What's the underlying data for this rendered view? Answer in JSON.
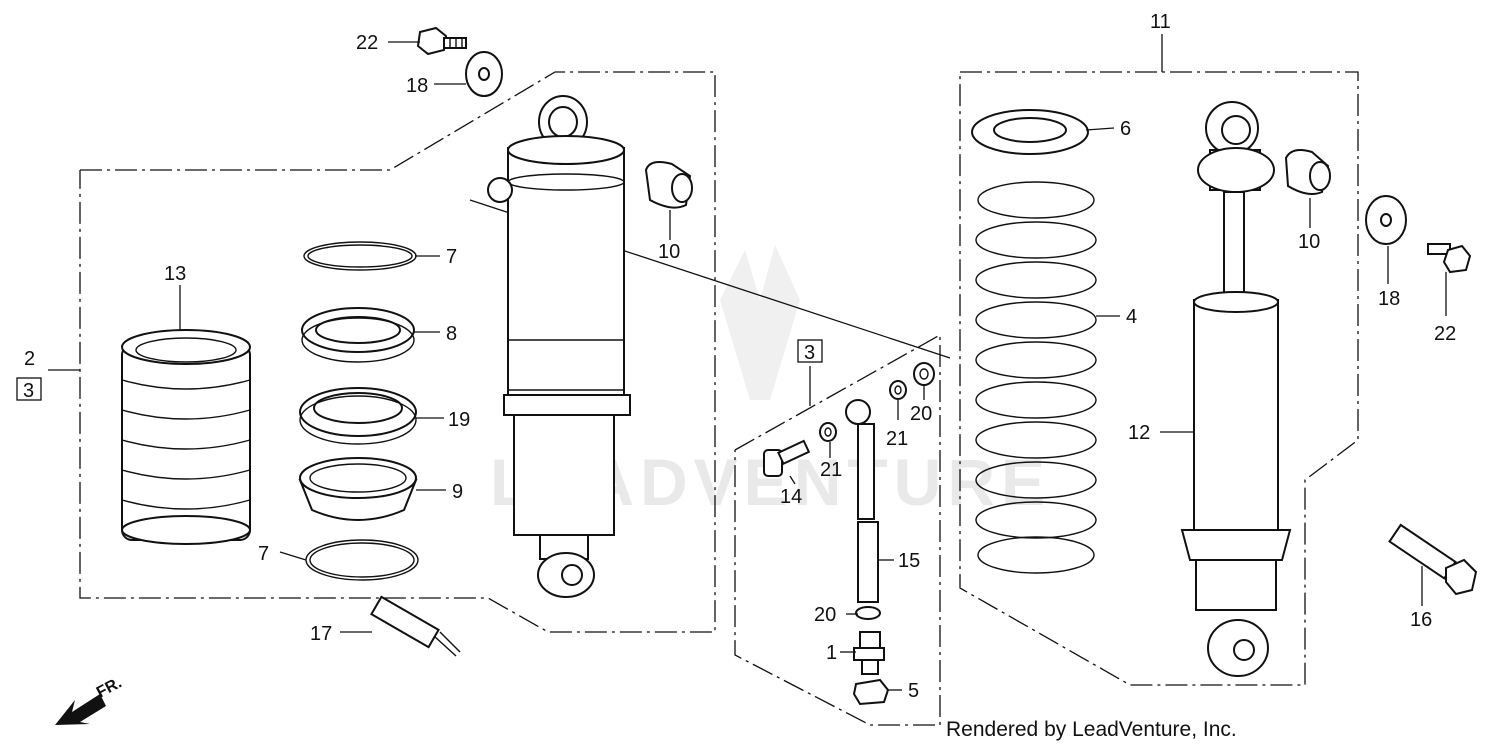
{
  "watermark": {
    "text": "LEADVENTURE"
  },
  "credit": "Rendered by LeadVenture, Inc.",
  "front_marker": "FR.",
  "callouts": {
    "c22_left": "22",
    "c18_left": "18",
    "c2": "2",
    "c3_left": "3",
    "c13": "13",
    "c7_top": "7",
    "c8": "8",
    "c19": "19",
    "c9": "9",
    "c7_bottom": "7",
    "c10_left": "10",
    "c17": "17",
    "c3_mid": "3",
    "c14": "14",
    "c21_a": "21",
    "c21_b": "21",
    "c20_top": "20",
    "c15": "15",
    "c20_bottom": "20",
    "c1": "1",
    "c5": "5",
    "c11": "11",
    "c6": "6",
    "c4": "4",
    "c12": "12",
    "c10_right": "10",
    "c18_right": "18",
    "c22_right": "22",
    "c16": "16"
  }
}
